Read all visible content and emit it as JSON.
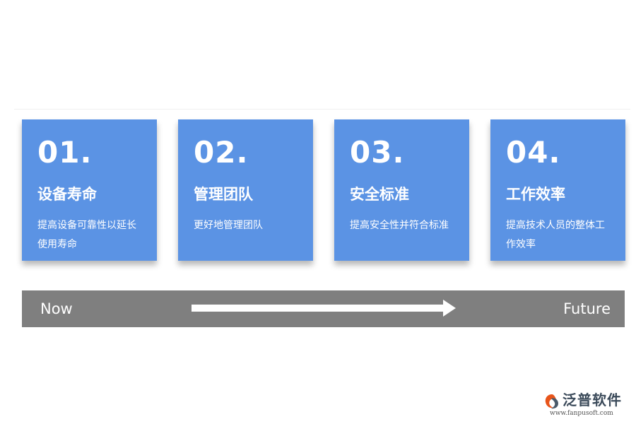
{
  "cards": [
    {
      "number": "01.",
      "title": "设备寿命",
      "description": "提高设备可靠性以延长使用寿命"
    },
    {
      "number": "02.",
      "title": "管理团队",
      "description": "更好地管理团队"
    },
    {
      "number": "03.",
      "title": "安全标准",
      "description": "提高安全性并符合标准"
    },
    {
      "number": "04.",
      "title": "工作效率",
      "description": "提高技术人员的整体工作效率"
    }
  ],
  "timeline": {
    "start_label": "Now",
    "end_label": "Future"
  },
  "logo": {
    "brand": "泛普软件",
    "url": "www.fanpusoft.com"
  },
  "colors": {
    "card_background": "#5b93e4",
    "timeline_background": "#7f7f7f",
    "text": "#ffffff",
    "logo_accent": "#e8541a"
  }
}
